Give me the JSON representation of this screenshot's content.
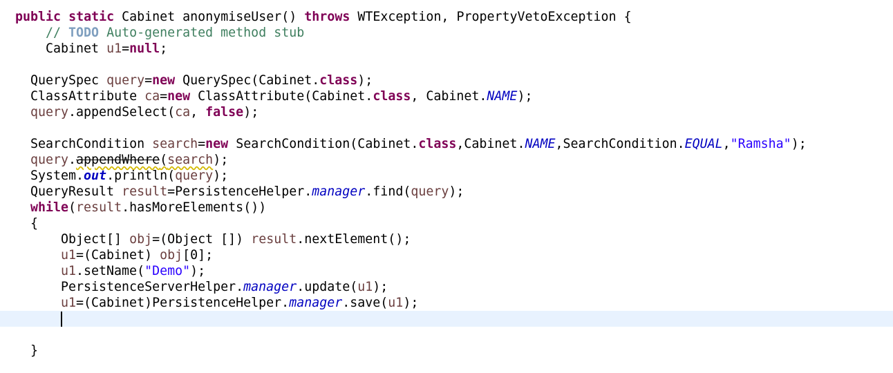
{
  "editor": {
    "lines": {
      "l1": {
        "kw1": "public",
        "kw2": "static",
        "sig": "Cabinet anonymiseUser()",
        "kw3": "throws",
        "rest": "WTException, PropertyVetoException {"
      },
      "l2": {
        "c1": "// ",
        "todo": "TODO",
        "c2": " Auto-generated method stub"
      },
      "l3": {
        "t1": "Cabinet ",
        "v": "u1",
        "t2": "=",
        "kw": "null",
        "t3": ";"
      },
      "l4": {
        "t1": "QuerySpec ",
        "v": "query",
        "t2": "=",
        "kw1": "new",
        "t3": " QuerySpec(Cabinet.",
        "kw2": "class",
        "t4": ");"
      },
      "l5": {
        "t1": "ClassAttribute ",
        "v": "ca",
        "t2": "=",
        "kw1": "new",
        "t3": " ClassAttribute(Cabinet.",
        "kw2": "class",
        "t4": ", Cabinet.",
        "sf": "NAME",
        "t5": ");"
      },
      "l6": {
        "v1": "query",
        "t1": ".appendSelect(",
        "v2": "ca",
        "t2": ", ",
        "kw": "false",
        "t3": ");"
      },
      "l7": {
        "t1": "SearchCondition ",
        "v": "search",
        "t2": "=",
        "kw1": "new",
        "t3": " SearchCondition(Cabinet.",
        "kw2": "class",
        "t4": ",Cabinet.",
        "sf1": "NAME",
        "t5": ",SearchCondition.",
        "sf2": "EQUAL",
        "t6": ",",
        "str": "\"Ramsha\"",
        "t7": ");"
      },
      "l8": {
        "v1": "query",
        "t1": ".",
        "dep": "appendWhere",
        "t2": "(",
        "v2": "search",
        "t3": ");"
      },
      "l9": {
        "t1": "System.",
        "sf": "out",
        "t2": ".println(",
        "v": "query",
        "t3": ");"
      },
      "l10": {
        "t1": "QueryResult ",
        "v1": "result",
        "t2": "=PersistenceHelper.",
        "sf": "manager",
        "t3": ".find(",
        "v2": "query",
        "t4": ");"
      },
      "l11": {
        "kw": "while",
        "t1": "(",
        "v": "result",
        "t2": ".hasMoreElements())"
      },
      "l12": {
        "t1": "{"
      },
      "l13": {
        "t1": "Object[] ",
        "v1": "obj",
        "t2": "=(Object []) ",
        "v2": "result",
        "t3": ".nextElement();"
      },
      "l14": {
        "v1": "u1",
        "t1": "=(Cabinet) ",
        "v2": "obj",
        "t2": "[0];"
      },
      "l15": {
        "v": "u1",
        "t1": ".setName(",
        "str": "\"Demo\"",
        "t2": ");"
      },
      "l16": {
        "t1": "PersistenceServerHelper.",
        "sf": "manager",
        "t2": ".update(",
        "v": "u1",
        "t3": ");"
      },
      "l17": {
        "v1": "u1",
        "t1": "=(Cabinet)PersistenceHelper.",
        "sf": "manager",
        "t2": ".save(",
        "v2": "u1",
        "t3": ");"
      },
      "l20": {
        "t1": "}"
      }
    }
  }
}
